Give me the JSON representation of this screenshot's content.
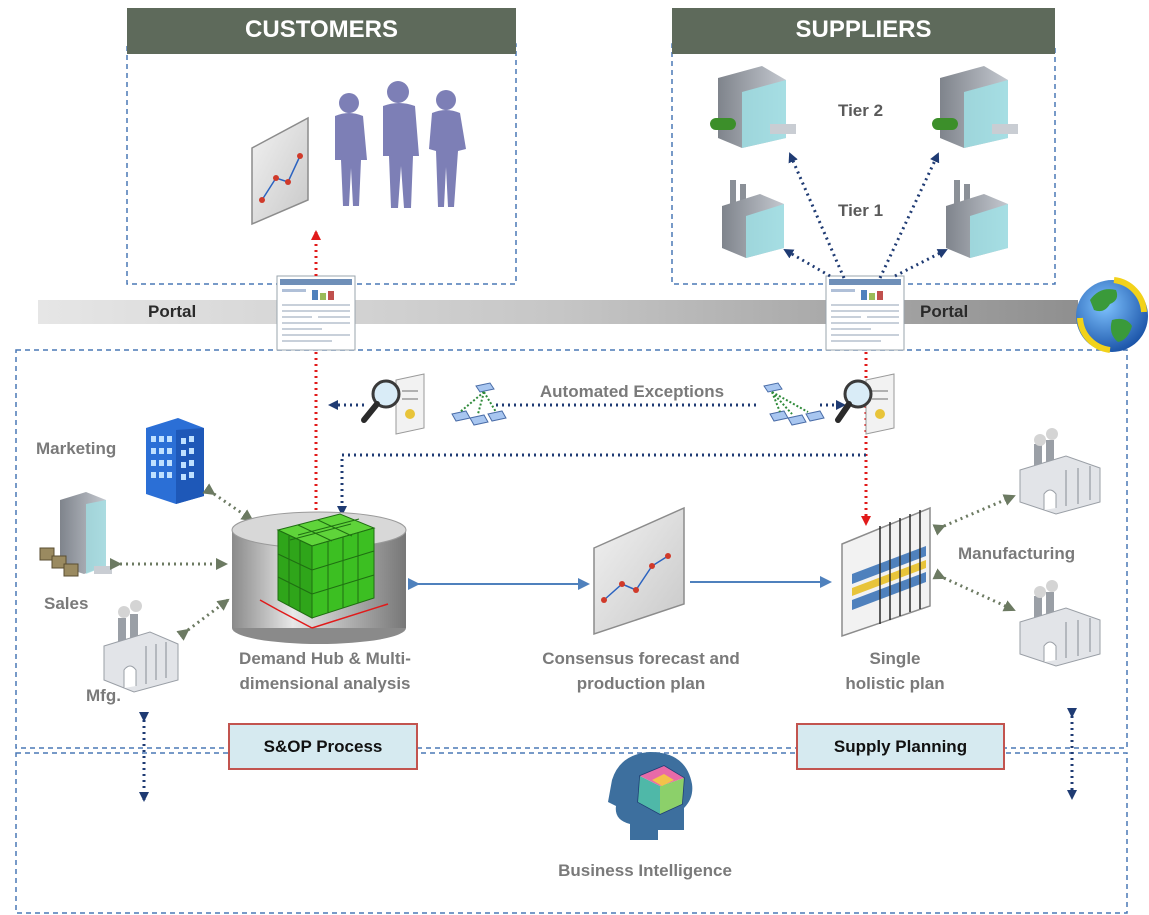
{
  "customers": {
    "title": "CUSTOMERS"
  },
  "suppliers": {
    "title": "SUPPLIERS",
    "tier2": "Tier 2",
    "tier1": "Tier 1"
  },
  "portal": {
    "left": "Portal",
    "right": "Portal"
  },
  "exceptions": {
    "label": "Automated Exceptions"
  },
  "functions": {
    "marketing": "Marketing",
    "sales": "Sales",
    "mfg": "Mfg.",
    "manufacturing": "Manufacturing"
  },
  "hub": {
    "line1": "Demand Hub & Multi-",
    "line2": "dimensional analysis"
  },
  "forecast": {
    "line1": "Consensus forecast and",
    "line2": "production plan"
  },
  "plan": {
    "line1": "Single",
    "line2": "holistic plan"
  },
  "process": {
    "sop": "S&OP Process",
    "supply": "Supply Planning"
  },
  "bi": {
    "label": "Business Intelligence"
  },
  "colors": {
    "header_bg": "#5e6a5b",
    "dashed_border": "#4a78b5",
    "label_gray": "#7a7a7a",
    "dotted_blue": "#1f3b73",
    "dotted_red": "#e11a1a",
    "dotted_green": "#6c7a62",
    "solid_blue": "#4f81bd",
    "tag_bg": "#d6eaf0",
    "tag_border": "#c2544f"
  }
}
